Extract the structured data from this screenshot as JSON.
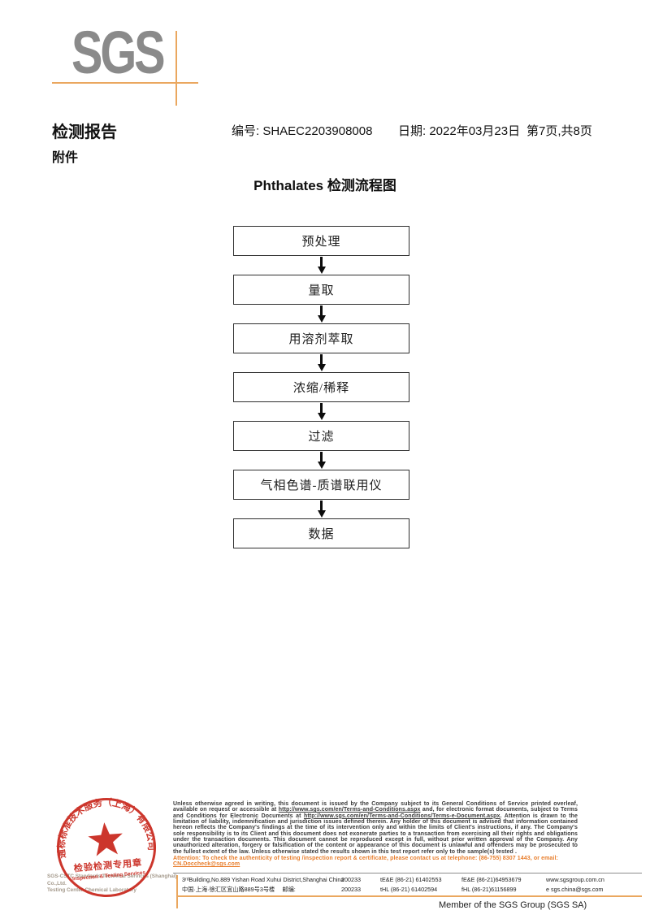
{
  "brand": {
    "logo": "SGS"
  },
  "header": {
    "title": "检测报告",
    "number": "编号: SHAEC2203908008",
    "date": "日期: 2022年03月23日",
    "pages": "第7页,共8页",
    "attachment": "附件"
  },
  "flowchart": {
    "title": "Phthalates 检测流程图",
    "steps": [
      "预处理",
      "量取",
      "用溶剂萃取",
      "浓缩/稀释",
      "过滤",
      "气相色谱-质谱联用仪",
      "数据"
    ]
  },
  "seal": {
    "ring_text": "通标标准技术服务（上海）有限公司",
    "inner_line1": "检验检测专用章",
    "inner_line2": "Inspection & Testing Services",
    "company_line1": "SGS-CSTC Standards Technical Services (Shanghai) Co.,Ltd.",
    "company_line2": "Testing Center-Chemical Laboratory"
  },
  "disclaimer": {
    "seg1": "Unless otherwise agreed in writing, this document is issued by the Company subject to its General Conditions of Service printed overleaf, available on request or accessible at ",
    "link1": "http://www.sgs.com/en/Terms-and-Conditions.aspx",
    "seg2": " and, for electronic format documents, subject to Terms and Conditions for Electronic Documents at ",
    "link2": "http://www.sgs.com/en/Terms-and-Conditions/Terms-e-Document.aspx",
    "seg3": ". Attention is drawn to the limitation of liability, indemnification and jurisdiction issues defined therein. Any holder of this document is advised that information contained hereon reflects the Company's findings at the time of its intervention only and within the limits of Client's instructions, if any. The Company's sole responsibility is to its Client and this document does not exonerate parties to a transaction from exercising all their rights and obligations under the transaction documents. This document cannot be reproduced except in full, without prior written approval of the Company. Any unauthorized alteration, forgery or falsification of the content or appearance of this document is unlawful and offenders may be prosecuted to the fullest extent of the law. Unless otherwise stated the results shown in this test report refer only to the sample(s) tested .",
    "attention": "Attention: To check the authenticity of testing /inspection report & certificate, please contact us at telephone: (86-755) 8307 1443, or email: ",
    "attention_email": "CN.Doccheck@sgs.com"
  },
  "address": {
    "row1": {
      "addr": "3ʳᵈBuilding,No.889 Yishan Road Xuhui District,Shanghai China",
      "zip": "200233",
      "tel": "tE&E (86-21) 61402553",
      "fax": "fE&E (86-21)64953679",
      "web": "www.sgsgroup.com.cn"
    },
    "row2": {
      "addr": "中国·上海·徐汇区宜山路889号3号楼　 邮编:",
      "zip": "200233",
      "tel": "tHL (86-21) 61402594",
      "fax": "fHL (86-21)61156899",
      "web": "e  sgs.china@sgs.com"
    }
  },
  "footer": {
    "member": "Member of the SGS Group (SGS SA)"
  },
  "colors": {
    "brand_gray": "#8A8A8A",
    "accent_orange": "#EAA75F",
    "seal_red": "#C9271D",
    "attention_orange": "#E87D2B"
  }
}
